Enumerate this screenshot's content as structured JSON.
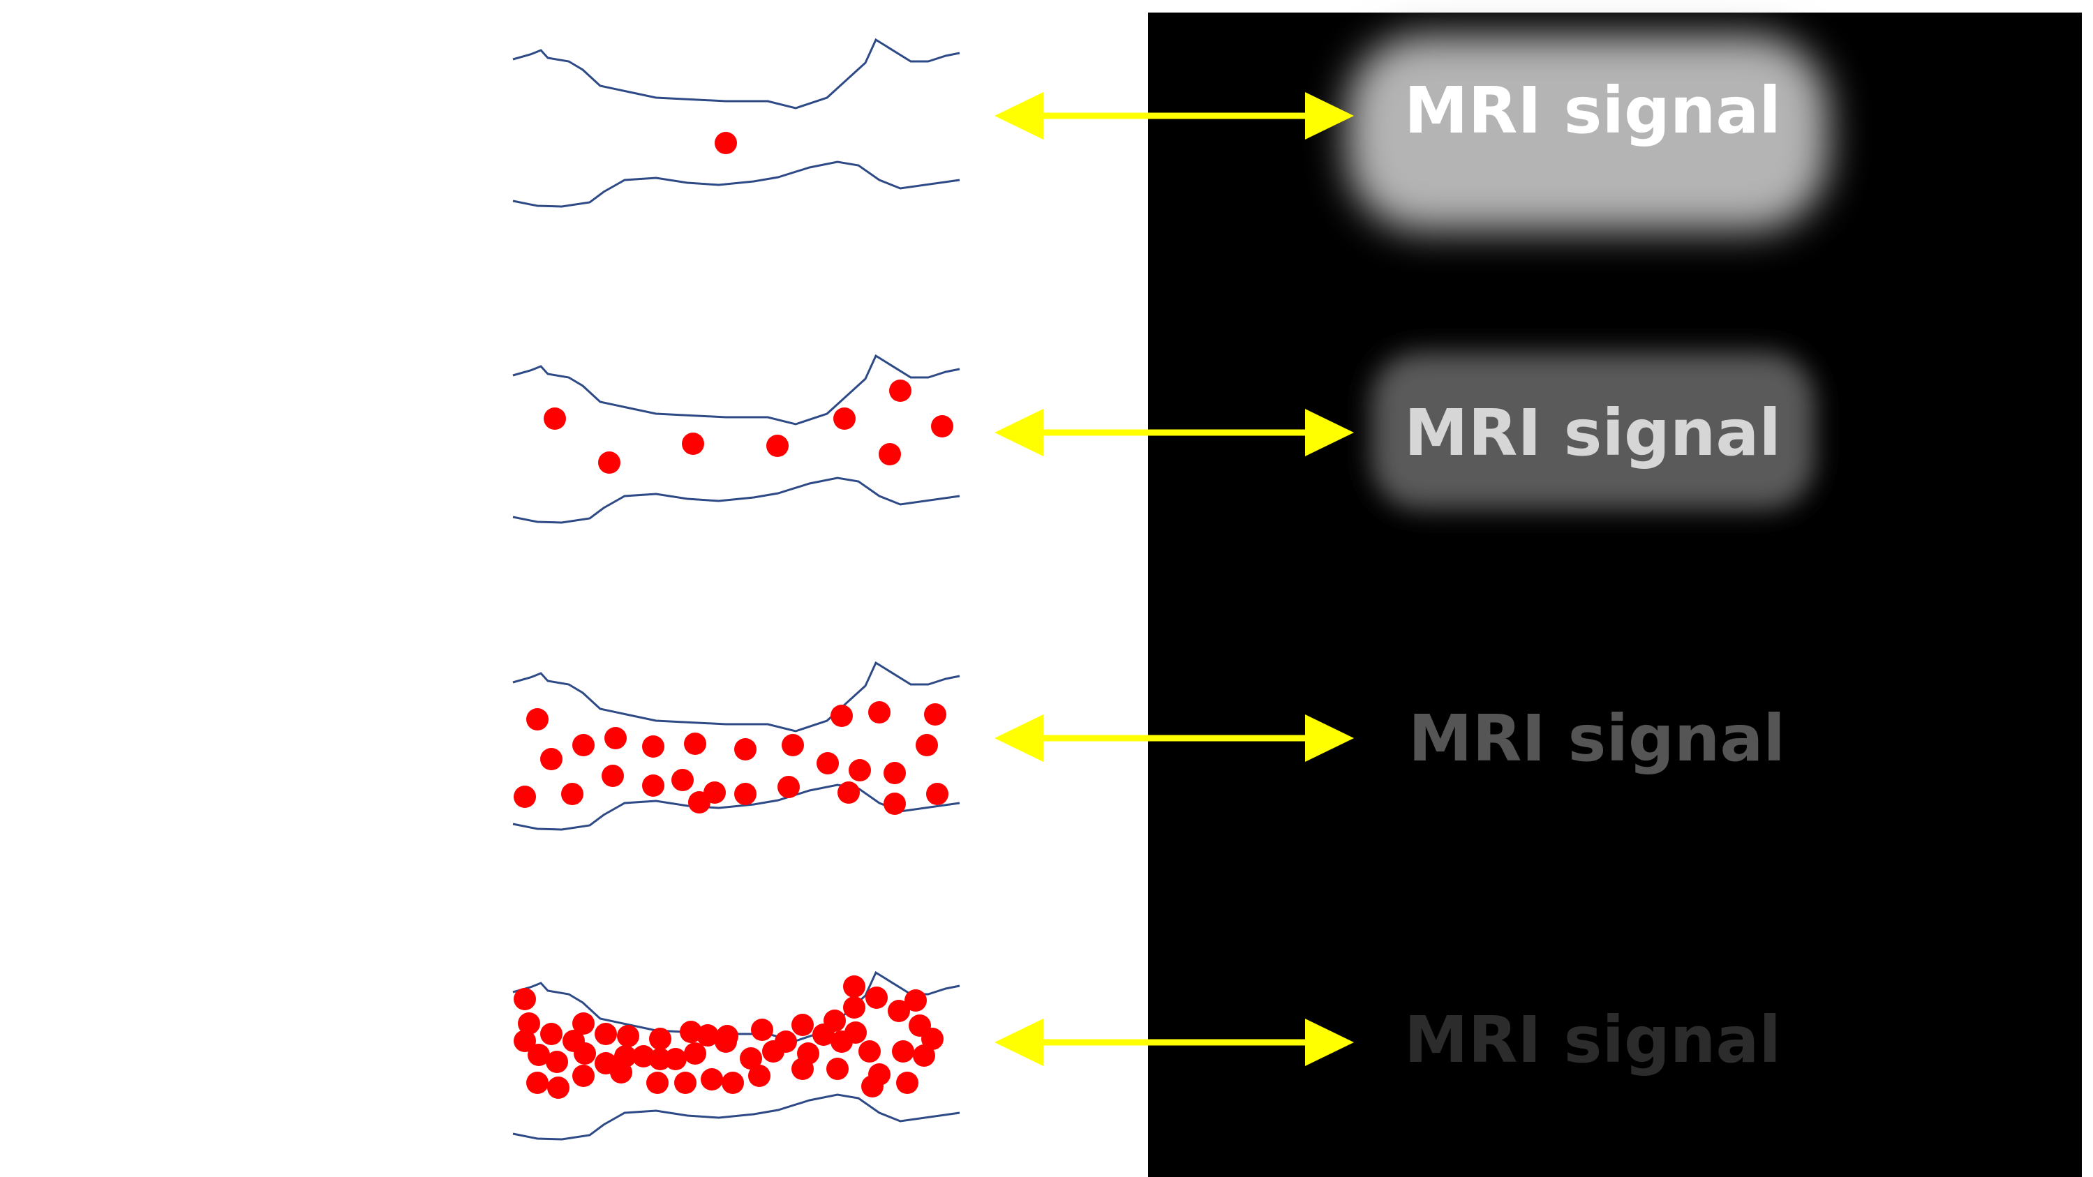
{
  "signal_label": "MRI signal",
  "colors": {
    "vessel_line": "#2e4a86",
    "particle": "#ff0000",
    "arrow": "#ffff00",
    "mri_background": "#000000"
  },
  "rows": [
    {
      "particle_density": "very low",
      "signal_text_color": "#ffffff",
      "glow_color": "#b4b4b4"
    },
    {
      "particle_density": "low",
      "signal_text_color": "#d6d6d6",
      "glow_color": "#5a5a5a"
    },
    {
      "particle_density": "medium",
      "signal_text_color": "#555555",
      "glow_color": null
    },
    {
      "particle_density": "high",
      "signal_text_color": "#2c2c2c",
      "glow_color": null
    }
  ]
}
